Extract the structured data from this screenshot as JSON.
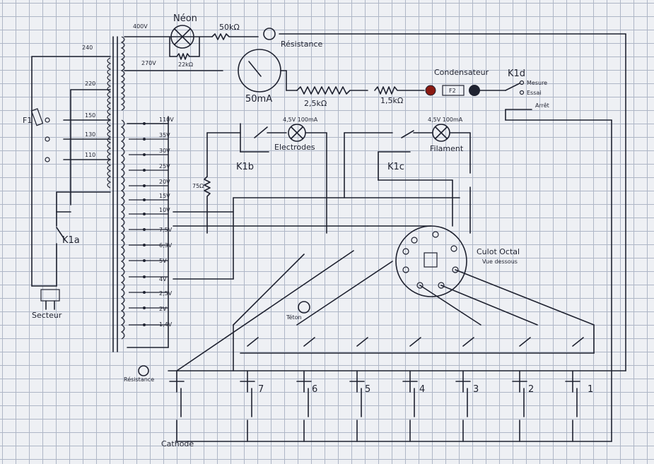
{
  "labels": {
    "neon": "Néon",
    "r50k": "50kΩ",
    "resistance_top": "Résistance",
    "v400": "400V",
    "v270": "270V",
    "r22k": "22kΩ",
    "n240": "240",
    "n220": "220",
    "n150": "150",
    "n130": "130",
    "n110": "110",
    "f1": "F1",
    "meter": "50mA",
    "r25k": "2,5kΩ",
    "r15k": "1,5kΩ",
    "condensateur": "Condensateur",
    "f2": "F2",
    "k1d": "K1d",
    "mesure": "Mesure",
    "essai": "Essai",
    "arret": "Arrêt",
    "lamp1": "4,5V 100mA",
    "electrodes": "Electrodes",
    "k1b": "K1b",
    "lamp2": "4,5V 100mA",
    "filament": "Filament",
    "k1c": "K1c",
    "r75": "75Ω",
    "k1a": "K1a",
    "secteur": "Secteur",
    "culot": "Culot Octal",
    "vue": "Vue dessous",
    "teton": "Téton",
    "resistance_bottom": "Résistance",
    "cathode": "Cathode",
    "taps": [
      "110V",
      "35V",
      "30V",
      "25V",
      "20V",
      "15V",
      "10V",
      "7,5V",
      "6,3V",
      "5V",
      "4V",
      "2,5V",
      "2V",
      "1,4V"
    ],
    "switch_nums": [
      "7",
      "6",
      "5",
      "4",
      "3",
      "2",
      "1"
    ]
  },
  "colors": {
    "ink": "#1f2230",
    "led": "#8a1a12",
    "grid": "#aeb6c6"
  }
}
